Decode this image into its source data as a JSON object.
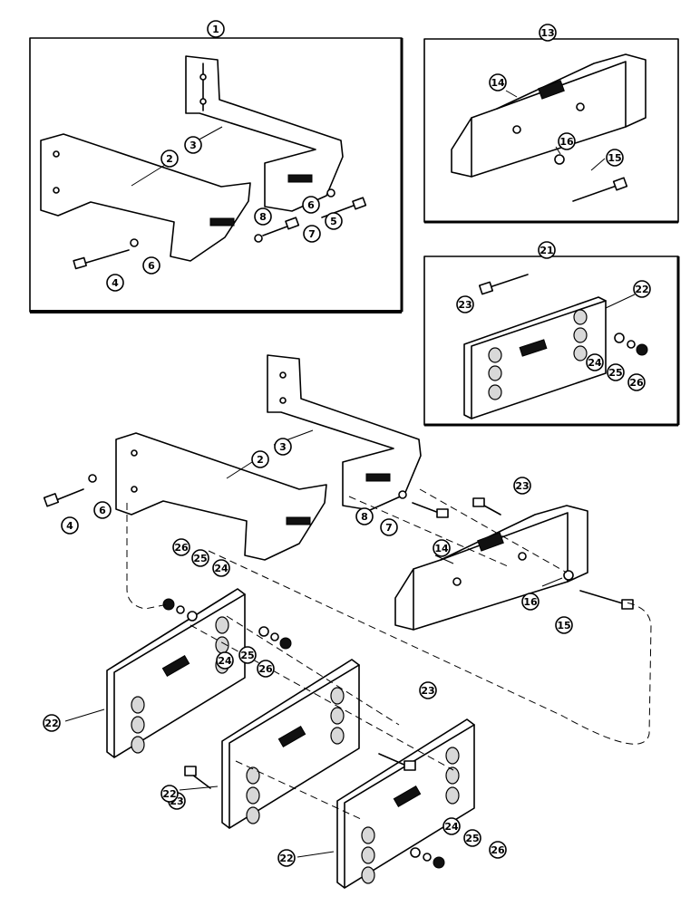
{
  "callouts": {
    "c1": "1",
    "c13": "13",
    "c21": "21",
    "c2": "2",
    "c3": "3",
    "c4": "4",
    "c5": "5",
    "c6": "6",
    "c7": "7",
    "c8": "8",
    "c14": "14",
    "c15": "15",
    "c16": "16",
    "c22": "22",
    "c23": "23",
    "c24": "24",
    "c25": "25",
    "c26": "26"
  },
  "colors": {
    "ink": "#000000",
    "paper": "#ffffff"
  }
}
